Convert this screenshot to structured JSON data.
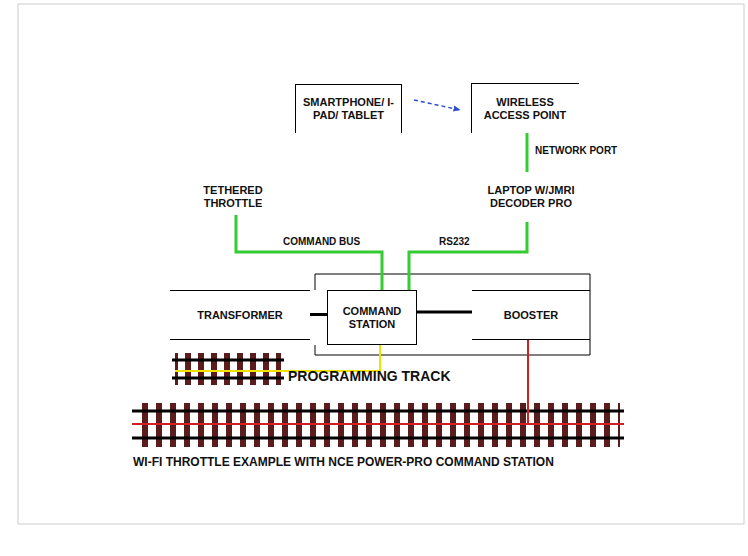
{
  "diagram": {
    "caption": "WI-FI THROTTLE EXAMPLE WITH NCE POWER-PRO COMMAND STATION",
    "nodes": [
      {
        "text": [
          "SMARTPHONE/ I-PAD/ TABLET"
        ]
      },
      {
        "text": [
          "WIRELESS ACCESS POINT"
        ]
      },
      {
        "text": [
          "TETHERED THROTTLE"
        ]
      },
      {
        "text": [
          "LAPTOP W/JMRI DECODER PRO"
        ]
      },
      {
        "text": [
          "TRANSFORMER"
        ]
      },
      {
        "text": [
          "COMMAND STATION"
        ]
      },
      {
        "text": [
          "BOOSTER"
        ]
      }
    ],
    "edges": [
      {
        "from": 0,
        "to": 1,
        "arrow": "to"
      },
      {
        "from": 1,
        "to": 3,
        "label": "NETWORK PORT",
        "arrow": "none"
      },
      {
        "from": 2,
        "to": 5,
        "label": "COMMAND BUS",
        "arrow": "none"
      },
      {
        "from": 3,
        "to": 5,
        "label": "RS232",
        "arrow": "none"
      },
      {
        "from": 4,
        "to": 5,
        "arrow": "none"
      },
      {
        "from": 5,
        "to": 6,
        "arrow": "none"
      }
    ],
    "labels": [
      "PROGRAMMING TRACK"
    ]
  }
}
